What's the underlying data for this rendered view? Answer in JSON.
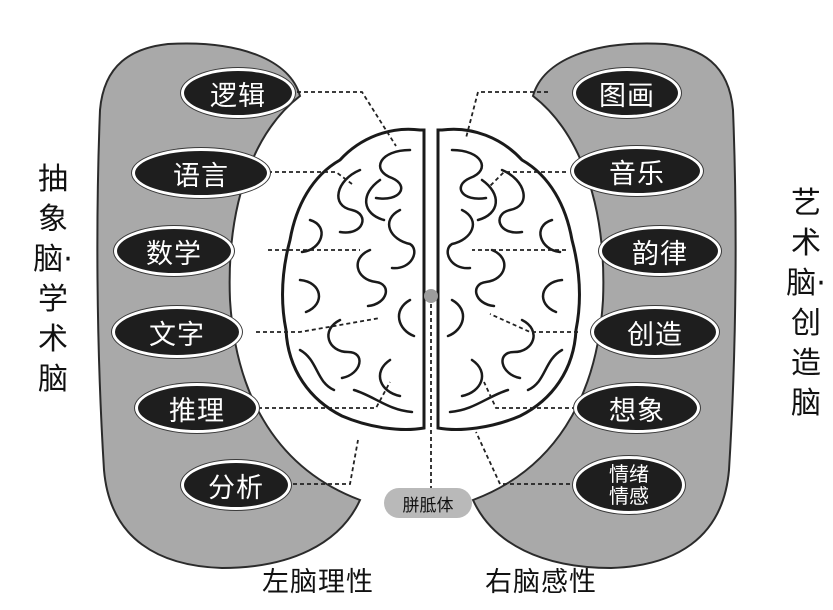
{
  "left_group": {
    "label": "抽象脑·学术脑",
    "items": [
      "逻辑",
      "语言",
      "数学",
      "文字",
      "推理",
      "分析"
    ]
  },
  "right_group": {
    "label": "艺术脑·创造脑",
    "items": [
      "图画",
      "音乐",
      "韵律",
      "创造",
      "想象"
    ],
    "last_item": [
      "情绪",
      "情感"
    ]
  },
  "center_label": "胼胝体",
  "bottom": {
    "left": "左脑理性",
    "right": "右脑感性"
  },
  "colors": {
    "band_fill": "#a9a9a9",
    "pill_fill": "#1e1e1e",
    "pill_text": "#ffffff",
    "center_fill": "#b9b9b9"
  }
}
